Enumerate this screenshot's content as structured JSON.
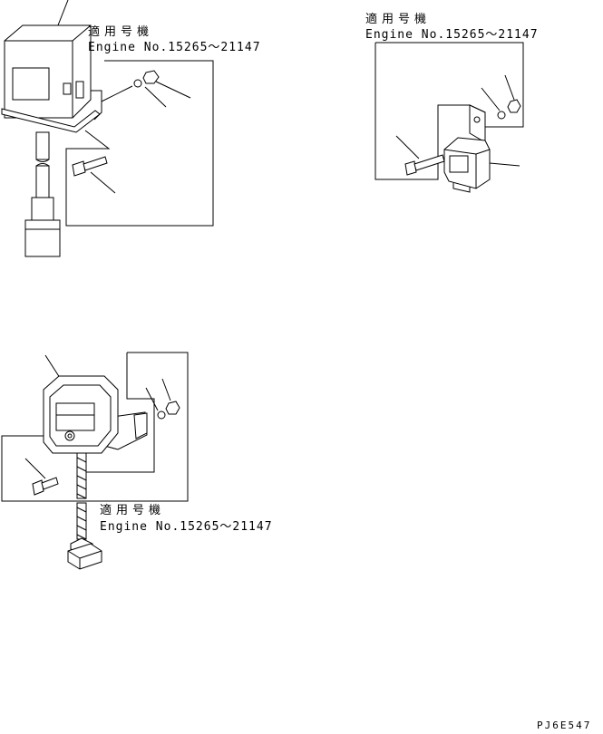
{
  "figures": [
    {
      "id": "fig1",
      "applicability_label": "適用号機",
      "engine_range": "Engine No.15265～21147"
    },
    {
      "id": "fig2",
      "applicability_label": "適用号機",
      "engine_range": "Engine No.15265～21147"
    },
    {
      "id": "fig3",
      "applicability_label": "適用号機",
      "engine_range": "Engine No.15265～21147"
    }
  ],
  "drawing_code": "PJ6E547"
}
